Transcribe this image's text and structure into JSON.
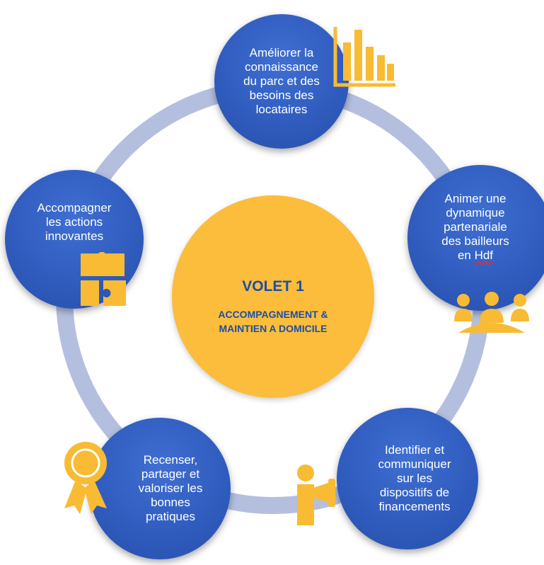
{
  "center": {
    "title": "VOLET 1",
    "subtitle": "ACCOMPAGNEMENT &\nMAINTIEN A DOMICILE"
  },
  "nodes": {
    "top": "Améliorer la\nconnaissance\ndu parc et des\nbesoins des\nlocataires",
    "right_lines": "Animer une\ndynamique\npartenariale\ndes bailleurs\nen ",
    "right_last": "Hdf",
    "bottom_right": "Identifier et\ncommuniquer\nsur les\ndispositifs de\nfinancements",
    "bottom_left": "Recenser,\npartager et\nvaloriser les\nbonnes\npratiques",
    "left": "Accompagner\nles actions\ninnovantes"
  },
  "colors": {
    "ring": "#b4bfe0",
    "node_blue": "#2f5bbd",
    "center_yellow": "#fbbd3b",
    "icon_yellow": "#f8bb33",
    "title_blue": "#1f4ea3"
  },
  "icons": {
    "top": "bar-chart-icon",
    "right": "group-people-icon",
    "bottom_right": "megaphone-person-icon",
    "bottom_left": "award-ribbon-icon",
    "left": "puzzle-pieces-icon"
  }
}
